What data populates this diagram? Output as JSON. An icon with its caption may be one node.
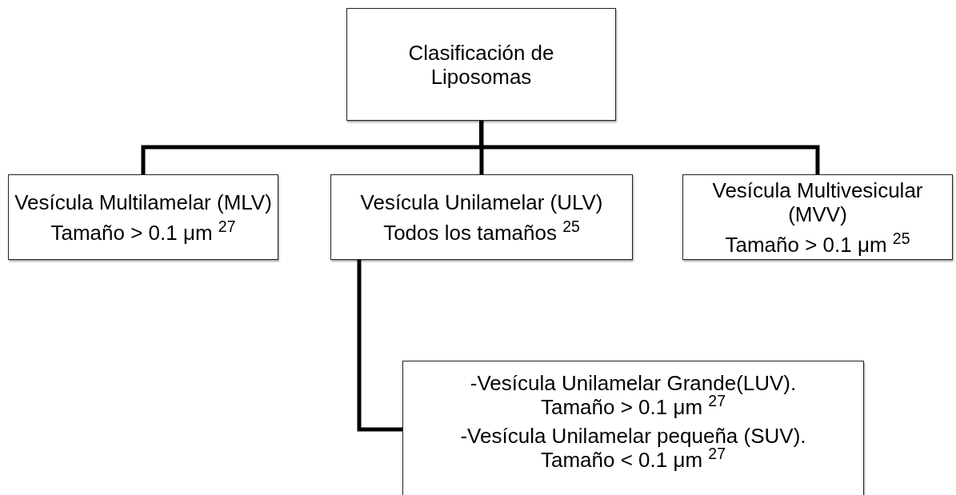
{
  "diagram": {
    "nodes": [
      {
        "text": [
          "Clasificación de Liposomas"
        ]
      },
      {
        "text": [
          "Vesícula Multilamelar (MLV)",
          "Tamaño > 0.1 μm $^{27}$"
        ]
      },
      {
        "text": [
          "Vesícula Unilamelar (ULV)",
          "Todos los tamaños $^{25}$"
        ]
      },
      {
        "text": [
          "Vesícula Multivesicular (MVV)",
          "Tamaño > 0.1 μm $^{25}$"
        ]
      },
      {
        "text": [
          "-Vesícula Unilamelar Grande(LUV). Tamaño > 0.1 μm $^{27}$",
          "-Vesícula Unilamelar pequeña (SUV). Tamaño < 0.1 μm $^{27}$"
        ]
      }
    ],
    "edges": [
      {
        "from": 0,
        "to": 1,
        "arrow": "none"
      },
      {
        "from": 0,
        "to": 2,
        "arrow": "none"
      },
      {
        "from": 0,
        "to": 3,
        "arrow": "none"
      },
      {
        "from": 2,
        "to": 4,
        "arrow": "none"
      }
    ]
  }
}
